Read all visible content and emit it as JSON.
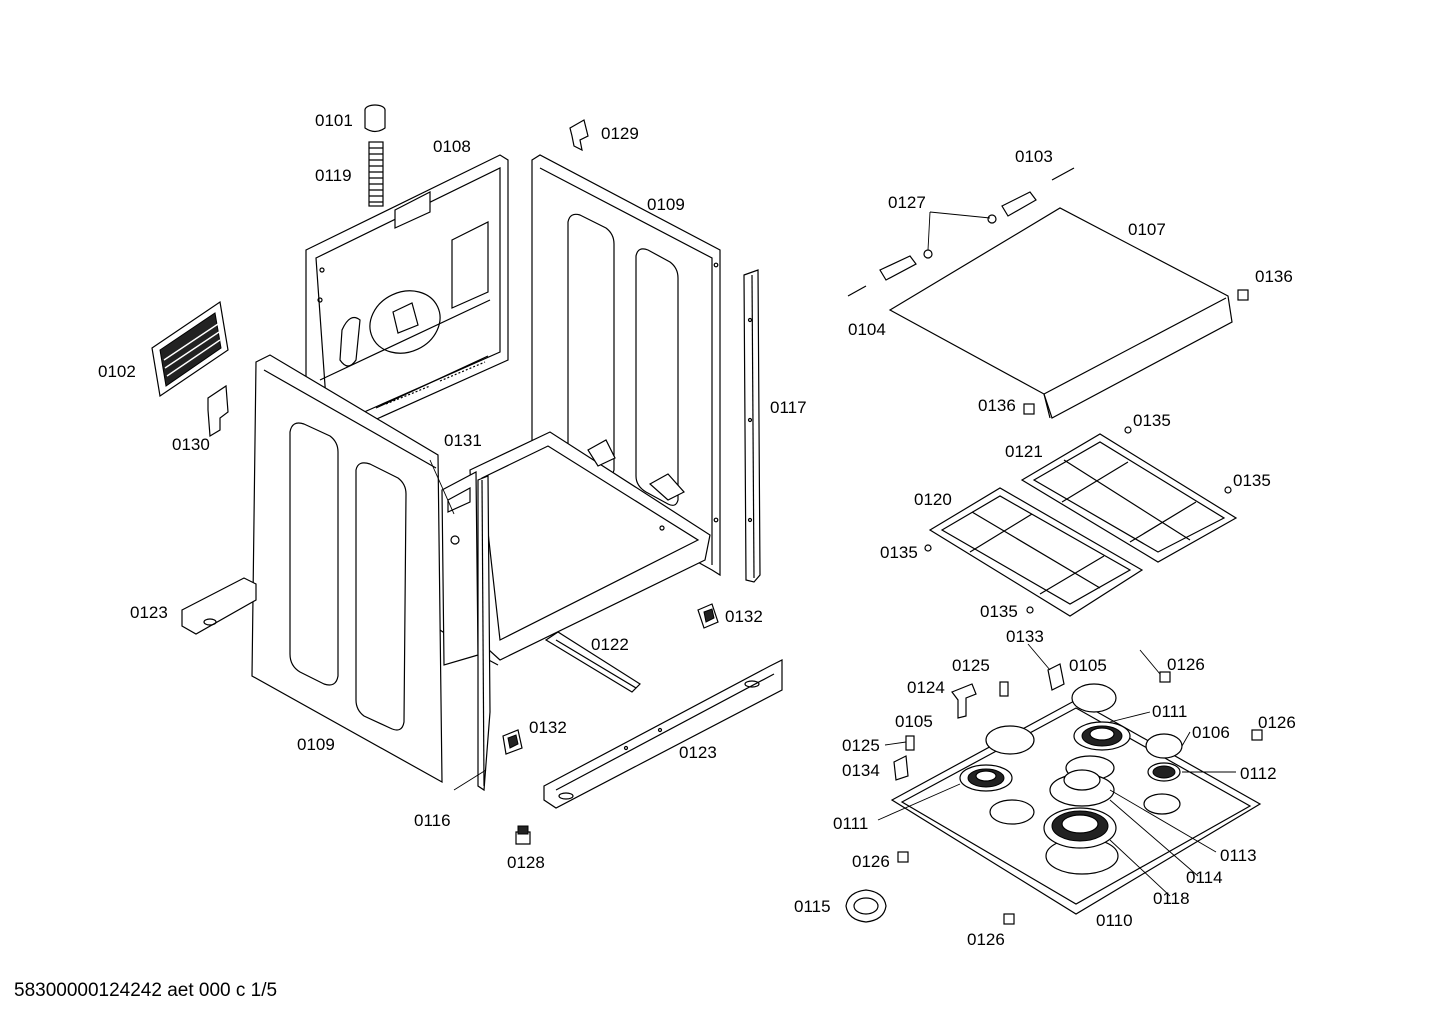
{
  "document_id": "58300000124242 aet 000 c 1/5",
  "parts": [
    {
      "id": "p0101",
      "label": "0101"
    },
    {
      "id": "p0119",
      "label": "0119"
    },
    {
      "id": "p0108",
      "label": "0108"
    },
    {
      "id": "p0129",
      "label": "0129"
    },
    {
      "id": "p0109a",
      "label": "0109"
    },
    {
      "id": "p0102",
      "label": "0102"
    },
    {
      "id": "p0130",
      "label": "0130"
    },
    {
      "id": "p0131",
      "label": "0131"
    },
    {
      "id": "p0117",
      "label": "0117"
    },
    {
      "id": "p0123a",
      "label": "0123"
    },
    {
      "id": "p0132a",
      "label": "0132"
    },
    {
      "id": "p0122",
      "label": "0122"
    },
    {
      "id": "p0109b",
      "label": "0109"
    },
    {
      "id": "p0132b",
      "label": "0132"
    },
    {
      "id": "p0123b",
      "label": "0123"
    },
    {
      "id": "p0116",
      "label": "0116"
    },
    {
      "id": "p0128",
      "label": "0128"
    },
    {
      "id": "p0103",
      "label": "0103"
    },
    {
      "id": "p0127",
      "label": "0127"
    },
    {
      "id": "p0107",
      "label": "0107"
    },
    {
      "id": "p0104",
      "label": "0104"
    },
    {
      "id": "p0136a",
      "label": "0136"
    },
    {
      "id": "p0136b",
      "label": "0136"
    },
    {
      "id": "p0135a",
      "label": "0135"
    },
    {
      "id": "p0121",
      "label": "0121"
    },
    {
      "id": "p0135b",
      "label": "0135"
    },
    {
      "id": "p0120",
      "label": "0120"
    },
    {
      "id": "p0135c",
      "label": "0135"
    },
    {
      "id": "p0135d",
      "label": "0135"
    },
    {
      "id": "p0133",
      "label": "0133"
    },
    {
      "id": "p0125a",
      "label": "0125"
    },
    {
      "id": "p0105a",
      "label": "0105"
    },
    {
      "id": "p0126a",
      "label": "0126"
    },
    {
      "id": "p0124",
      "label": "0124"
    },
    {
      "id": "p0111a",
      "label": "0111"
    },
    {
      "id": "p0105b",
      "label": "0105"
    },
    {
      "id": "p0106",
      "label": "0106"
    },
    {
      "id": "p0126b",
      "label": "0126"
    },
    {
      "id": "p0125b",
      "label": "0125"
    },
    {
      "id": "p0134",
      "label": "0134"
    },
    {
      "id": "p0112",
      "label": "0112"
    },
    {
      "id": "p0111b",
      "label": "0111"
    },
    {
      "id": "p0113",
      "label": "0113"
    },
    {
      "id": "p0126c",
      "label": "0126"
    },
    {
      "id": "p0114",
      "label": "0114"
    },
    {
      "id": "p0118",
      "label": "0118"
    },
    {
      "id": "p0115",
      "label": "0115"
    },
    {
      "id": "p0110",
      "label": "0110"
    },
    {
      "id": "p0126d",
      "label": "0126"
    }
  ]
}
